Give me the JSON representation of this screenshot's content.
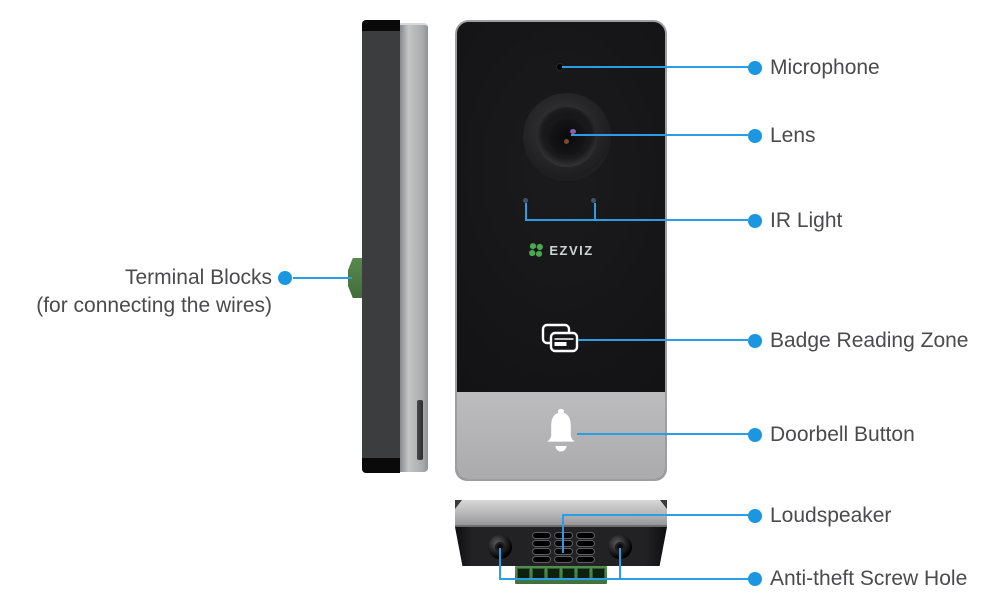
{
  "colors": {
    "accent_blue": "#1b96e0",
    "label_text": "#4b4b4d",
    "device_black": "#151517",
    "device_silver": "#b4b4b6",
    "terminal_green": "#4e7d45",
    "icon_white": "#ffffff"
  },
  "device": {
    "brand_text": "EZVIZ",
    "views": [
      "side",
      "front",
      "bottom"
    ]
  },
  "icons": {
    "logo": "ezviz-flower-icon",
    "badge_zone": "badge-cards-icon",
    "doorbell": "bell-icon"
  },
  "callouts": {
    "right": [
      {
        "id": "microphone",
        "label": "Microphone"
      },
      {
        "id": "lens",
        "label": "Lens"
      },
      {
        "id": "ir-light",
        "label": "IR Light"
      },
      {
        "id": "badge-reading-zone",
        "label": "Badge Reading Zone"
      },
      {
        "id": "doorbell-button",
        "label": "Doorbell Button"
      },
      {
        "id": "loudspeaker",
        "label": "Loudspeaker"
      },
      {
        "id": "anti-theft-screw-hole",
        "label": "Anti-theft Screw Hole"
      }
    ],
    "left": {
      "id": "terminal-blocks",
      "label_line1": "Terminal Blocks",
      "label_line2": "(for connecting the wires)"
    }
  }
}
